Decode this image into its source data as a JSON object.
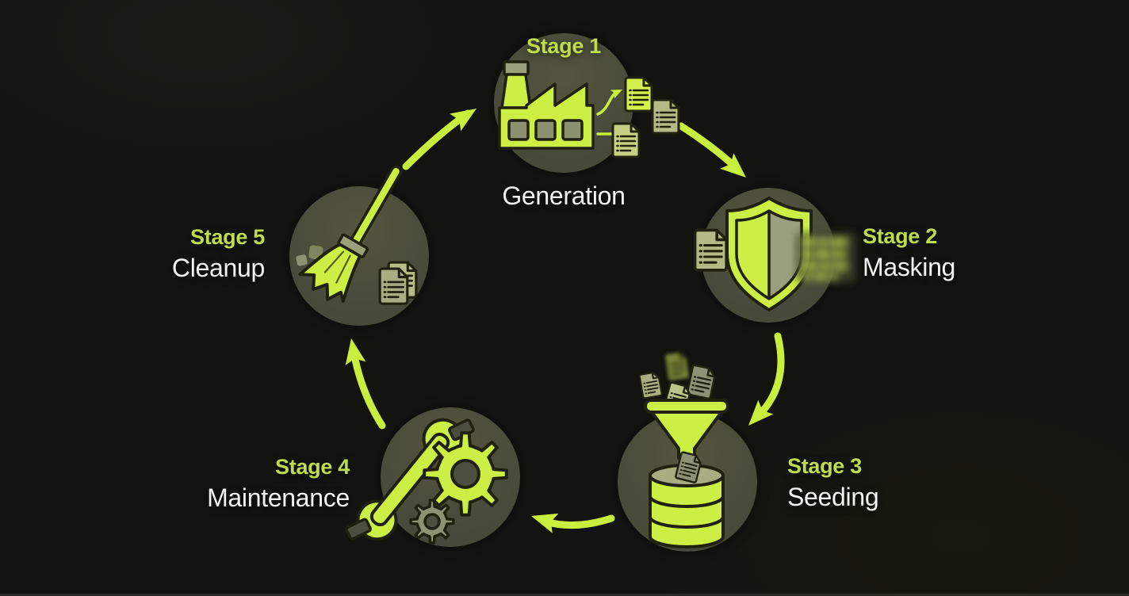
{
  "diagram": {
    "stages": [
      {
        "id": 1,
        "label": "Stage 1",
        "name": "Generation",
        "icon": "factory-documents-icon"
      },
      {
        "id": 2,
        "label": "Stage 2",
        "name": "Masking",
        "icon": "shield-document-icon"
      },
      {
        "id": 3,
        "label": "Stage 3",
        "name": "Seeding",
        "icon": "funnel-database-icon"
      },
      {
        "id": 4,
        "label": "Stage 4",
        "name": "Maintenance",
        "icon": "wrench-gears-icon"
      },
      {
        "id": 5,
        "label": "Stage 5",
        "name": "Cleanup",
        "icon": "broom-documents-icon"
      }
    ],
    "flow_direction": "clockwise",
    "arrows": [
      "stage1-to-stage2",
      "stage2-to-stage3",
      "stage3-to-stage4",
      "stage4-to-stage5",
      "stage5-to-stage1"
    ]
  },
  "colors": {
    "background": "#131410",
    "accent_lime": "#c9ee3e",
    "label_green": "#bedc4e",
    "label_white": "#f3f4f0",
    "node_circle": "#4a4c3b",
    "muted_olive": "#a9ae82",
    "icon_outline": "#20220f"
  }
}
